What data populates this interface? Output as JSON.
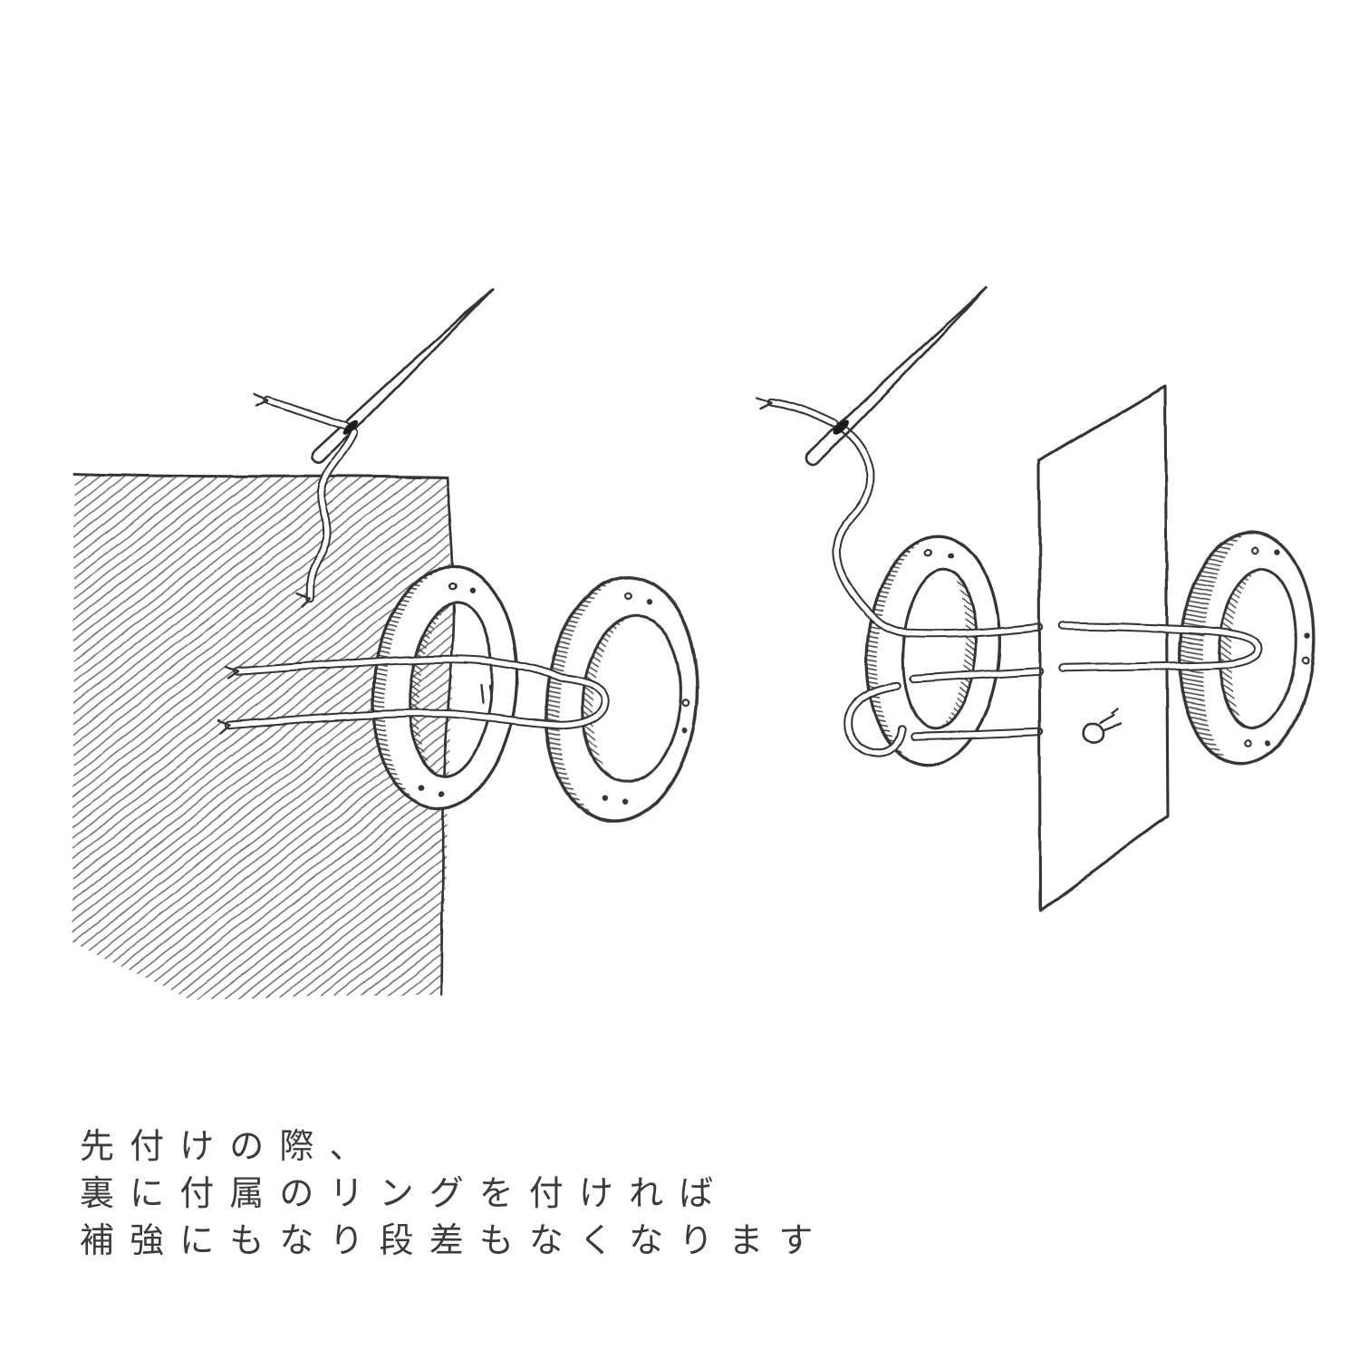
{
  "page": {
    "paper_color": "#ffffff",
    "ink_color": "#343434",
    "hatch_color": "#6b6b6b"
  },
  "caption": {
    "lines": [
      "先付けの際、",
      "裏に付属のリングを付ければ",
      "補強にもなり段差もなくなります"
    ]
  }
}
